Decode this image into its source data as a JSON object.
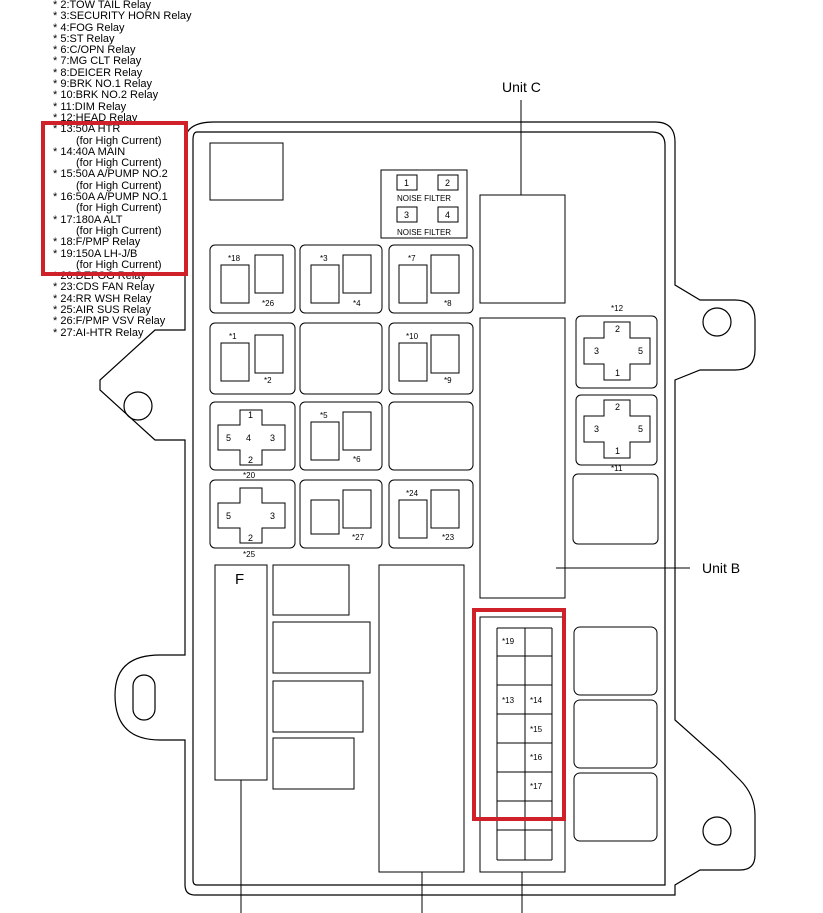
{
  "legend": {
    "lines": [
      "* 2:TOW TAIL Relay",
      "* 3:SECURITY HORN Relay",
      "* 4:FOG Relay",
      "* 5:ST Relay",
      "* 6:C/OPN Relay",
      "* 7:MG CLT Relay",
      "* 8:DEICER Relay",
      "* 9:BRK NO.1 Relay",
      "* 10:BRK NO.2 Relay",
      "* 11:DIM Relay",
      "* 12:HEAD Relay",
      "* 13:50A HTR",
      "(for High Current)",
      "* 14:40A MAIN",
      "(for High Current)",
      "* 15:50A A/PUMP NO.2",
      "(for High Current)",
      "* 16:50A A/PUMP NO.1",
      "(for High Current)",
      "* 17:180A ALT",
      "(for High Current)",
      "* 18:F/PMP Relay",
      "* 19:150A LH-J/B",
      "(for High Current)",
      "* 20:DEFOG Relay",
      "* 23:CDS FAN Relay",
      "* 24:RR WSH Relay",
      "* 25:AIR SUS Relay",
      "* 26:F/PMP VSV Relay",
      "* 27:AI-HTR Relay"
    ],
    "highlight_color": "#d0202a"
  },
  "callouts": {
    "unit_c": "Unit C",
    "unit_b": "Unit B",
    "block_f": "F"
  },
  "noise_filter": {
    "label_top": "NOISE FILTER",
    "label_bottom": "NOISE FILTER",
    "terminals": [
      "1",
      "2",
      "3",
      "4"
    ]
  },
  "relay_tags": {
    "r18": "*18",
    "r26": "*26",
    "r3": "*3",
    "r4": "*4",
    "r7": "*7",
    "r8": "*8",
    "r1": "*1",
    "r2": "*2",
    "r10": "*10",
    "r9": "*9",
    "r5": "*5",
    "r6": "*6",
    "r20": "*20",
    "r25": "*25",
    "r27": "*27",
    "r24": "*24",
    "r23": "*23",
    "r12": "*12",
    "r11": "*11"
  },
  "fuse_tags": {
    "f19": "*19",
    "f13": "*13",
    "f14": "*14",
    "f15": "*15",
    "f16": "*16",
    "f17": "*17"
  },
  "pins": {
    "one": "1",
    "two": "2",
    "three": "3",
    "four": "4",
    "five": "5"
  }
}
